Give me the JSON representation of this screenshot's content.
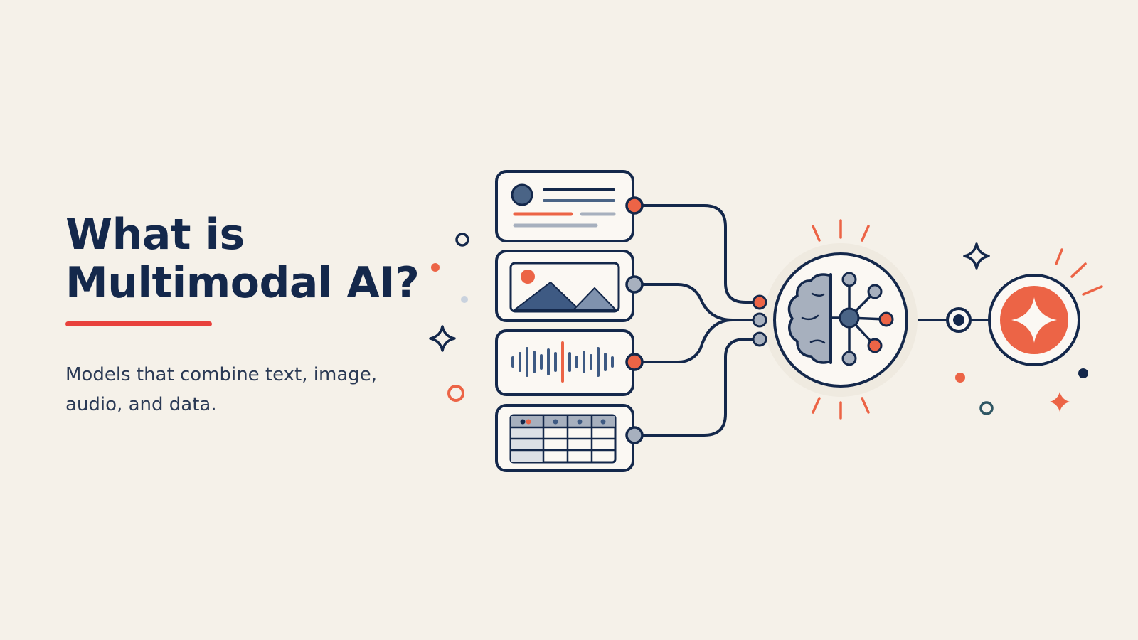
{
  "slide": {
    "title_line_1": "What is",
    "title_line_2": "Multimodal AI?",
    "subtitle_line_1": "Models that combine text, image,",
    "subtitle_line_2": "audio, and data."
  },
  "colors": {
    "background": "#F5F1E9",
    "navy": "#14284B",
    "accent_red": "#E8413C",
    "coral": "#EC6446",
    "slate": "#4A6486",
    "gray": "#A7B0BE",
    "card_fill": "#FBF8F3"
  },
  "diagram": {
    "inputs": [
      {
        "icon": "text-document-icon",
        "port": "coral"
      },
      {
        "icon": "image-icon",
        "port": "gray"
      },
      {
        "icon": "audio-waveform-icon",
        "port": "coral"
      },
      {
        "icon": "data-table-icon",
        "port": "gray"
      }
    ],
    "processor_icon": "brain-network-icon",
    "output_icon": "sparkle-icon"
  }
}
